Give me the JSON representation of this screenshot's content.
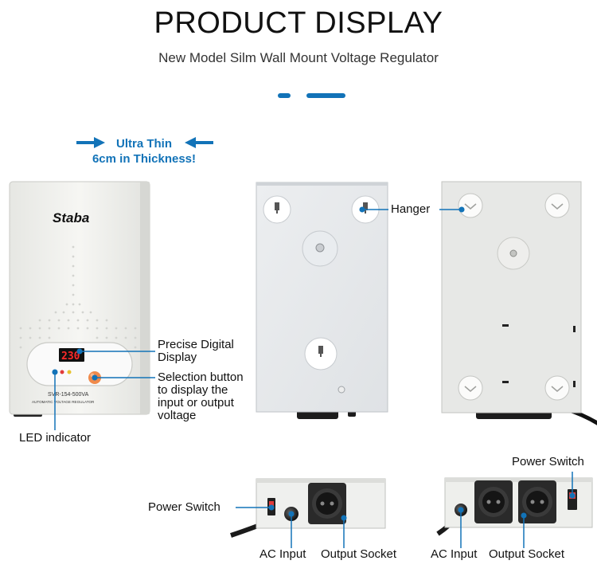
{
  "header": {
    "title": "PRODUCT DISPLAY",
    "subtitle": "New Model Silm Wall Mount Voltage Regulator"
  },
  "colors": {
    "accent": "#1273b8",
    "device_body": "#f1f2ef",
    "led_display": "#d21e1e",
    "selection_button": "#f08a4b"
  },
  "front_view": {
    "thickness_line1": "Ultra Thin",
    "thickness_line2": "6cm in Thickness!",
    "brand": "Staba",
    "display_value": "230",
    "model_label": "SVR-154-500VA",
    "type_label": "AUTOMATIC VOLTAGE REGULATOR"
  },
  "callouts": {
    "precise_display_1": "Precise Digital",
    "precise_display_2": "Display",
    "selection_1": "Selection button",
    "selection_2": "to display the",
    "selection_3": "input or output",
    "selection_4": "voltage",
    "led_indicator": "LED indicator",
    "hanger": "Hanger",
    "power_switch_left": "Power Switch",
    "power_switch_right": "Power Switch",
    "ac_input_left": "AC Input",
    "output_socket_left": "Output Socket",
    "ac_input_right": "AC Input",
    "output_socket_right": "Output Socket"
  },
  "icons": [
    "arrow-right-icon",
    "arrow-left-icon",
    "callout-dot-icon"
  ]
}
